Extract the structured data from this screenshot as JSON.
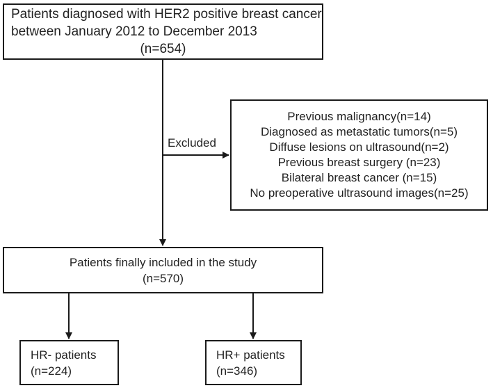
{
  "boxes": {
    "start": {
      "lines": [
        "Patients diagnosed with HER2 positive breast cancer",
        "between January 2012 to December 2013",
        "(n=654)"
      ]
    },
    "excluded_reasons": {
      "lines": [
        "Previous malignancy(n=14)",
        "Diagnosed as metastatic tumors(n=5)",
        "Diffuse lesions on ultrasound(n=2)",
        "Previous breast surgery (n=23)",
        "Bilateral breast cancer (n=15)",
        "No preoperative ultrasound images(n=25)"
      ]
    },
    "included": {
      "lines": [
        "Patients finally included in the study",
        "(n=570)"
      ]
    },
    "hr_negative": {
      "lines": [
        "HR- patients",
        "(n=224)"
      ]
    },
    "hr_positive": {
      "lines": [
        "HR+ patients",
        "(n=346)"
      ]
    }
  },
  "labels": {
    "excluded": "Excluded"
  },
  "colors": {
    "stroke": "#1a1a1a",
    "text": "#222222"
  }
}
